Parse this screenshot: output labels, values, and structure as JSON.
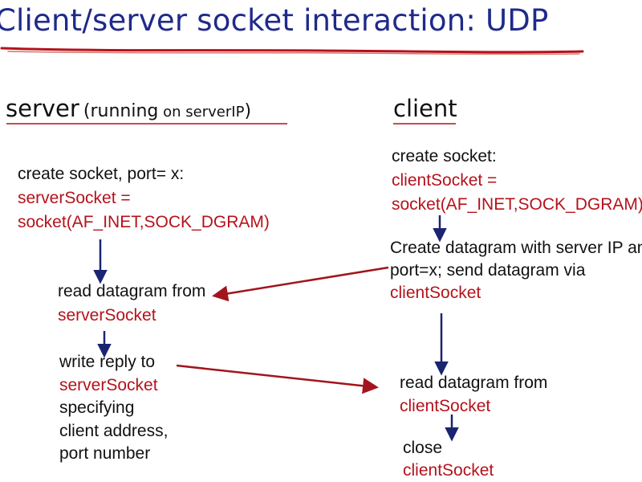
{
  "title": "Client/server socket interaction: UDP",
  "server_heading": {
    "main": "server",
    "paren_open": "(",
    "running": "running",
    "on": " on ",
    "ip": "serverIP",
    "paren_close": ")"
  },
  "client_heading": "client",
  "server_steps": {
    "create": {
      "line1": "create socket, port= x:",
      "line2": "serverSocket =",
      "line3": "socket(AF_INET,SOCK_DGRAM)"
    },
    "read": {
      "line1": "read datagram from",
      "line2": "serverSocket"
    },
    "write": {
      "line1": "write reply to",
      "line2": "serverSocket",
      "line3": "specifying",
      "line4": "client address,",
      "line5": "port number"
    }
  },
  "client_steps": {
    "create": {
      "line1": "create socket:",
      "line2": "clientSocket =",
      "line3": "socket(AF_INET,SOCK_DGRAM)"
    },
    "send": {
      "line1": "Create datagram with server IP and",
      "line2": "port=x; send datagram via",
      "line3": "clientSocket"
    },
    "read": {
      "line1": "read datagram from",
      "line2": "clientSocket"
    },
    "close": {
      "line1": "close",
      "line2": "clientSocket"
    }
  },
  "colors": {
    "title": "#1f2a8a",
    "code": "#b5121b",
    "arrow_flow": "#1b2470",
    "arrow_message": "#a3141c"
  }
}
